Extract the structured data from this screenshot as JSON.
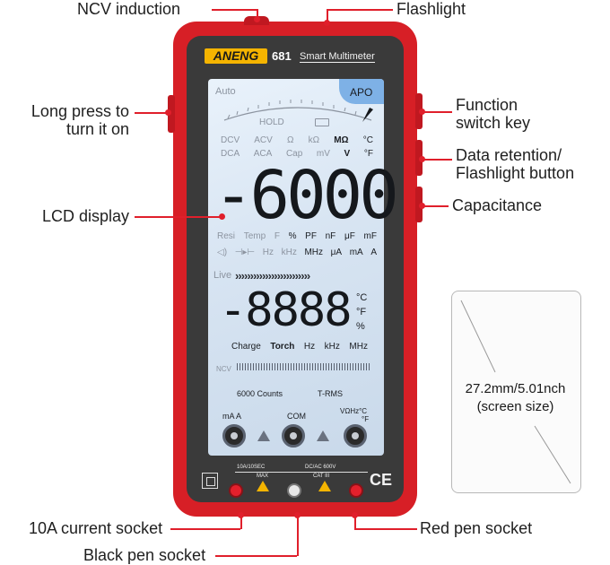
{
  "callouts": {
    "ncv": "NCV induction",
    "flashlight": "Flashlight",
    "long_press_1": "Long press to",
    "long_press_2": "turn it on",
    "function_1": "Function",
    "function_2": "switch key",
    "data_ret_1": "Data retention/",
    "data_ret_2": "Flashlight button",
    "capacitance": "Capacitance",
    "lcd_display": "LCD display",
    "current_socket": "10A current socket",
    "black_pen": "Black pen socket",
    "red_pen": "Red pen socket"
  },
  "device": {
    "brand": "ANENG",
    "model": "681",
    "model_name": "Smart Multimeter",
    "body_color": "#d71f26",
    "accent_color": "#e01f2b"
  },
  "lcd": {
    "auto": "Auto",
    "apo": "APO",
    "hold": "HOLD",
    "row1": [
      "DCV",
      "ACV",
      "Ω",
      "kΩ",
      "MΩ",
      "°C"
    ],
    "row2": [
      "DCA",
      "ACA",
      "Cap",
      "mV",
      "V",
      "°F"
    ],
    "main_reading": "-6000",
    "row3": [
      "Resi",
      "Temp",
      "F",
      "%",
      "PF",
      "nF",
      "μF",
      "mF"
    ],
    "row4": [
      "Hz",
      "kHz",
      "MHz",
      "μA",
      "mA",
      "A"
    ],
    "live": "Live",
    "sub_reading": "-8888",
    "sub_units": [
      "°C",
      "°F",
      "%"
    ],
    "row5": [
      "Charge",
      "Torch",
      "Hz",
      "kHz",
      "MHz"
    ],
    "ncv": "NCV",
    "counts": "6000 Counts",
    "trms": "T-RMS",
    "socket_ma": "mA A",
    "socket_com": "COM",
    "socket_v": "VΩHz°C",
    "socket_v2": "°F"
  },
  "bottom_panel": {
    "max_left": "10A/10SEC",
    "max_label": "MAX",
    "max_right": "DC/AC 600V",
    "cat": "CAT III",
    "ce": "CE"
  },
  "spec": {
    "line1": "27.2mm/5.01nch",
    "line2": "(screen size)"
  }
}
